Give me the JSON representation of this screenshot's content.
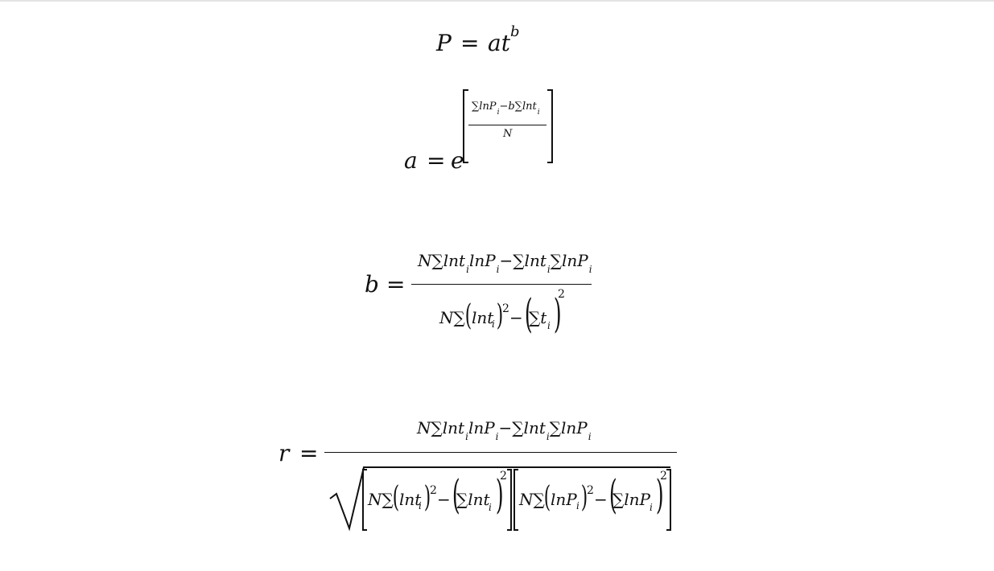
{
  "eq1": {
    "lhs": "P",
    "eqsign": "=",
    "rhs": "at",
    "sup": "b"
  },
  "eq2": {
    "lhs": "a",
    "eqsign": "=",
    "base": "e",
    "num_a": "∑lnP",
    "num_sub1": "i",
    "num_b": "−b∑lnt",
    "num_sub2": "i",
    "den": "N"
  },
  "eq3": {
    "lhs": "b",
    "eqsign": "=",
    "num_1": "N∑lnt",
    "num_s1": "i",
    "num_2": "lnP",
    "num_s2": "i",
    "num_3": "−∑lnt",
    "num_s3": "i",
    "num_4": "∑lnP",
    "num_s4": "i",
    "den_1": "N∑",
    "den_2": "lnt",
    "den_s2": "i",
    "den_sq1": "2",
    "den_minus": "−",
    "den_3": "∑t",
    "den_s3": "i",
    "den_sq2": "2"
  },
  "eq4": {
    "lhs": "r",
    "eqsign": "=",
    "num_1": "N∑lnt",
    "num_s1": "i",
    "num_2": "lnP",
    "num_s2": "i",
    "num_3": "−∑lnt",
    "num_s3": "i",
    "num_4": "∑lnP",
    "num_s4": "i",
    "d1_1": "N∑",
    "d1_2": "lnt",
    "d1_s2": "i",
    "d1_sq1": "2",
    "d1_minus": "−",
    "d1_3": "∑lnt",
    "d1_s3": "i",
    "d1_sq2": "2",
    "d2_1": "N∑",
    "d2_2": "lnP",
    "d2_s2": "i",
    "d2_sq1": "2",
    "d2_minus": "−",
    "d2_3": "∑lnP",
    "d2_s3": "i",
    "d2_sq2": "2"
  }
}
